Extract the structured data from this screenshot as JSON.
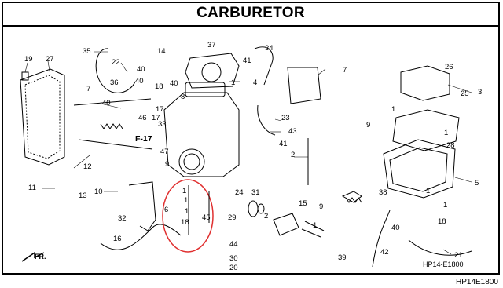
{
  "title": "CARBURETOR",
  "diagram_code_inner": "HP14-E1800",
  "diagram_code_outer": "HP14E1800",
  "front_marker": "FR.",
  "section_ref": "F-17",
  "part_numbers": [
    "1",
    "2",
    "3",
    "4",
    "5",
    "6",
    "7",
    "8",
    "9",
    "10",
    "11",
    "12",
    "13",
    "14",
    "15",
    "16",
    "17",
    "18",
    "19",
    "20",
    "21",
    "22",
    "23",
    "24",
    "25",
    "26",
    "27",
    "28",
    "29",
    "30",
    "31",
    "32",
    "33",
    "34",
    "35",
    "36",
    "37",
    "38",
    "39",
    "40",
    "41",
    "42",
    "43",
    "44",
    "45",
    "46",
    "47"
  ],
  "highlight_color": "#e03030",
  "line_color": "#000000"
}
